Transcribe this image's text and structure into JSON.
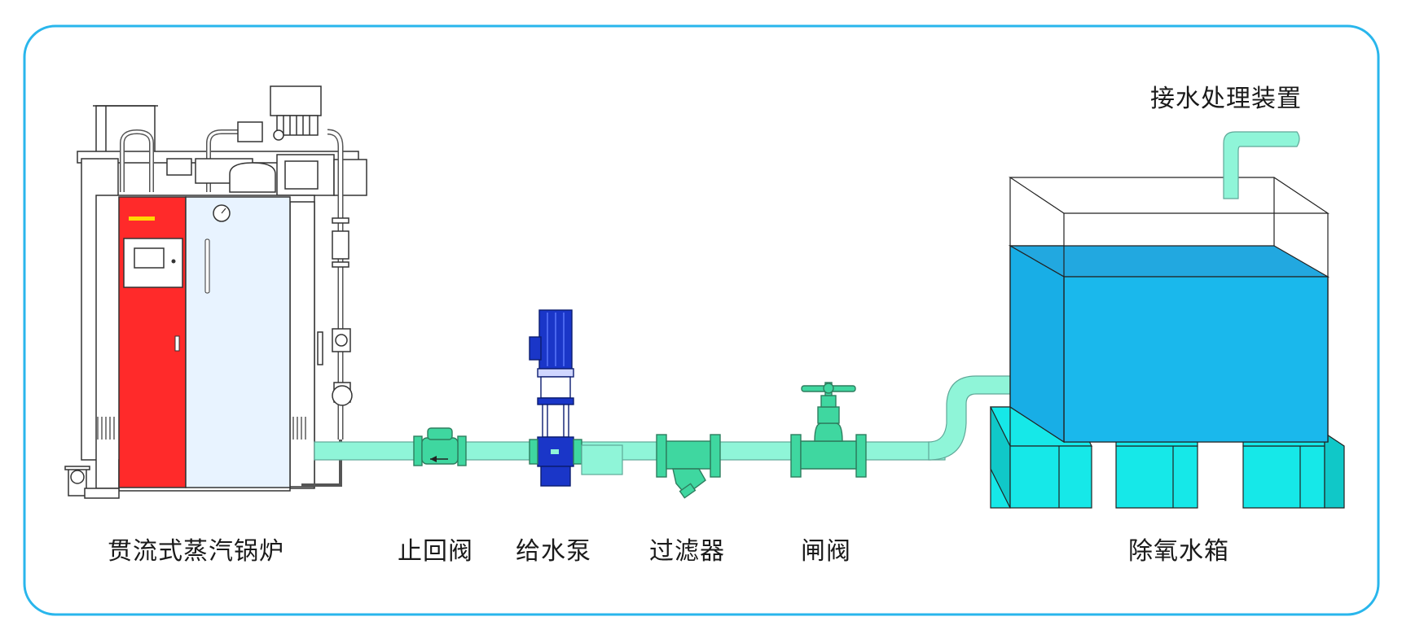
{
  "colors": {
    "frame": "#29b6ec",
    "pipe": "#8ff5d8",
    "pipe_stroke": "#5fa898",
    "valve": "#3fd7a0",
    "boiler_red": "#ff2a2a",
    "boiler_panel": "#e8f3ff",
    "pump_blue": "#1a36c8",
    "tank_water": "#1ab8ec",
    "tank_base": "#16e8e8"
  },
  "labels": {
    "boiler": "贯流式蒸汽锅炉",
    "check_valve": "止回阀",
    "feed_pump": "给水泵",
    "strainer": "过滤器",
    "gate_valve": "闸阀",
    "deaerator_tank": "除氧水箱",
    "water_treatment": "接水处理装置"
  },
  "icons": {
    "pressure_gauge": "pressure-gauge-icon",
    "control_panel": "control-panel-icon",
    "flow_arrow": "flow-direction-arrow-icon"
  }
}
